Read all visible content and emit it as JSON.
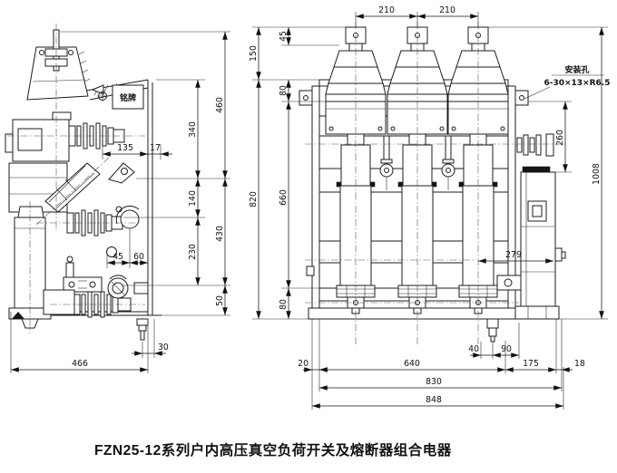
{
  "title": "FZN25-12系列户内高压真空负荷开关及熔断器组合电器",
  "side_view": {
    "nameplate_label": "铭牌",
    "dims": {
      "width_135": "135",
      "panel_17": "17",
      "height_460": "460",
      "inner_340": "340",
      "inner_140": "140",
      "height_430": "430",
      "inner_230": "230",
      "offset_45": "45",
      "offset_60": "60",
      "base_50": "50",
      "stud_30": "30",
      "depth_466": "466"
    }
  },
  "front_view": {
    "mounting_hole_label": "安装孔",
    "mounting_hole_spec": "6-30×13×R6.5",
    "dims": {
      "pitch_left_210": "210",
      "pitch_right_210": "210",
      "pad_45": "45",
      "top_150": "150",
      "upper_80": "80",
      "height_820": "820",
      "height_660": "660",
      "lower_80": "80",
      "right_260": "260",
      "overall_1008": "1008",
      "depth_279": "279",
      "foot_40": "40",
      "foot_90": "90",
      "edge_20": "20",
      "span_640": "640",
      "mech_175": "175",
      "edge_18": "18",
      "span_830": "830",
      "overall_848": "848"
    }
  }
}
